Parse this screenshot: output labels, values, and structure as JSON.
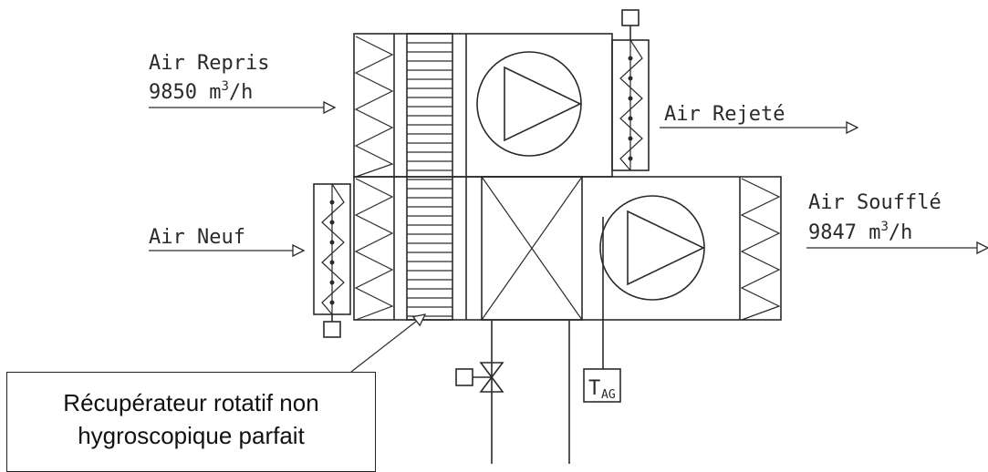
{
  "labels": {
    "air_repris": "Air Repris",
    "air_repris_flow_num": "9850 m",
    "air_repris_flow_sup": "3",
    "air_repris_flow_unit": "/h",
    "air_rejete": "Air Rejeté",
    "air_neuf": "Air Neuf",
    "air_souffle": "Air Soufflé",
    "air_souffle_flow_num": "9847 m",
    "air_souffle_flow_sup": "3",
    "air_souffle_flow_unit": "/h",
    "sensor_main": "T",
    "sensor_sub": "AG"
  },
  "callout": {
    "line1": "Récupérateur rotatif non",
    "line2": "hygroscopique parfait"
  }
}
